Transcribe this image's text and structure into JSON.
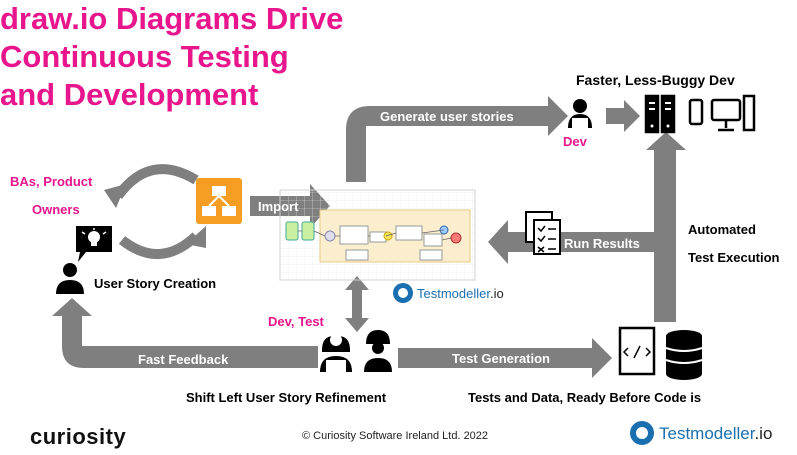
{
  "title_lines": [
    "draw.io Diagrams Drive",
    "Continuous Testing",
    "and Development"
  ],
  "labels": {
    "faster_dev": "Faster, Less-Buggy Dev",
    "dev": "Dev",
    "bas_line1": "BAs, Product",
    "bas_line2": "Owners",
    "user_story_creation": "User Story Creation",
    "dev_test": "Dev, Test",
    "automated_line1": "Automated",
    "automated_line2": "Test Execution",
    "shift_left": "Shift Left User Story Refinement",
    "tests_data": "Tests and Data, Ready Before Code is"
  },
  "arrows": {
    "generate_user_stories": "Generate user stories",
    "import": "Import",
    "run_results": "Run Results",
    "fast_feedback": "Fast Feedback",
    "test_generation": "Test Generation"
  },
  "branding": {
    "testmodeller_mid_a": "Testmodeller",
    "testmodeller_mid_b": ".io",
    "testmodeller_bottom_a": "Testmodeller",
    "testmodeller_bottom_b": ".io",
    "curiosity_logo": "curiosity",
    "copyright": "© Curiosity Software Ireland Ltd. 2022"
  },
  "colors": {
    "accent_pink": "#e8158c",
    "arrow_gray": "#7f7f7f",
    "drawio_orange": "#f59e23",
    "testmodeller_blue": "#1a6fb0"
  }
}
